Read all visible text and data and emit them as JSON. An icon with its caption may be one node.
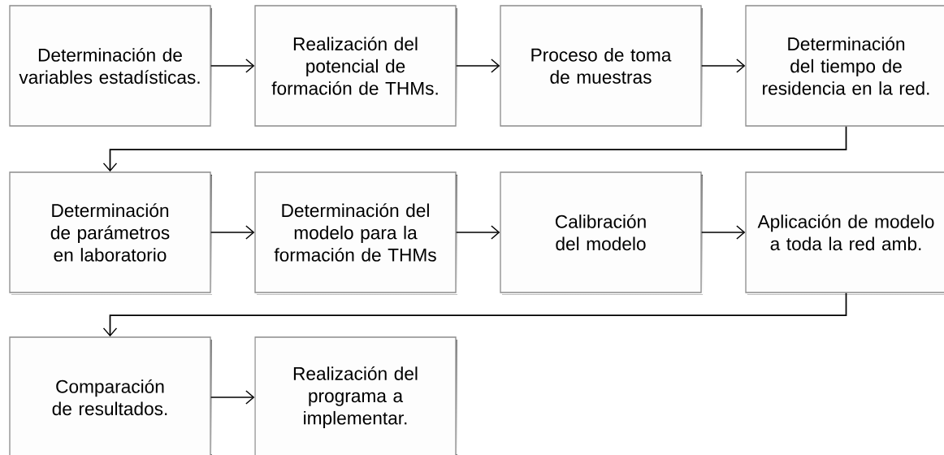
{
  "diagram": {
    "nodes": [
      {
        "text": [
          "Determinación de variables estadísticas."
        ]
      },
      {
        "text": [
          "Realización del potencial de formación de THMs."
        ]
      },
      {
        "text": [
          "Proceso de toma de muestras"
        ]
      },
      {
        "text": [
          "Determinación del tiempo de residencia en la red."
        ]
      },
      {
        "text": [
          "Determinación de parámetros en laboratorio"
        ]
      },
      {
        "text": [
          "Determinación del modelo para la formación de THMs"
        ]
      },
      {
        "text": [
          "Calibración del modelo"
        ]
      },
      {
        "text": [
          "Aplicación de modelo a toda la red amb."
        ]
      },
      {
        "text": [
          "Comparación de resultados."
        ]
      },
      {
        "text": [
          "Realización del programa a implementar."
        ]
      }
    ],
    "edges": [
      {
        "from": 0,
        "to": 1,
        "arrow": "to"
      },
      {
        "from": 1,
        "to": 2,
        "arrow": "to"
      },
      {
        "from": 2,
        "to": 3,
        "arrow": "to"
      },
      {
        "from": 3,
        "to": 4,
        "arrow": "to"
      },
      {
        "from": 4,
        "to": 5,
        "arrow": "to"
      },
      {
        "from": 5,
        "to": 6,
        "arrow": "to"
      },
      {
        "from": 6,
        "to": 7,
        "arrow": "to"
      },
      {
        "from": 7,
        "to": 8,
        "arrow": "to"
      },
      {
        "from": 8,
        "to": 9,
        "arrow": "to"
      }
    ]
  }
}
